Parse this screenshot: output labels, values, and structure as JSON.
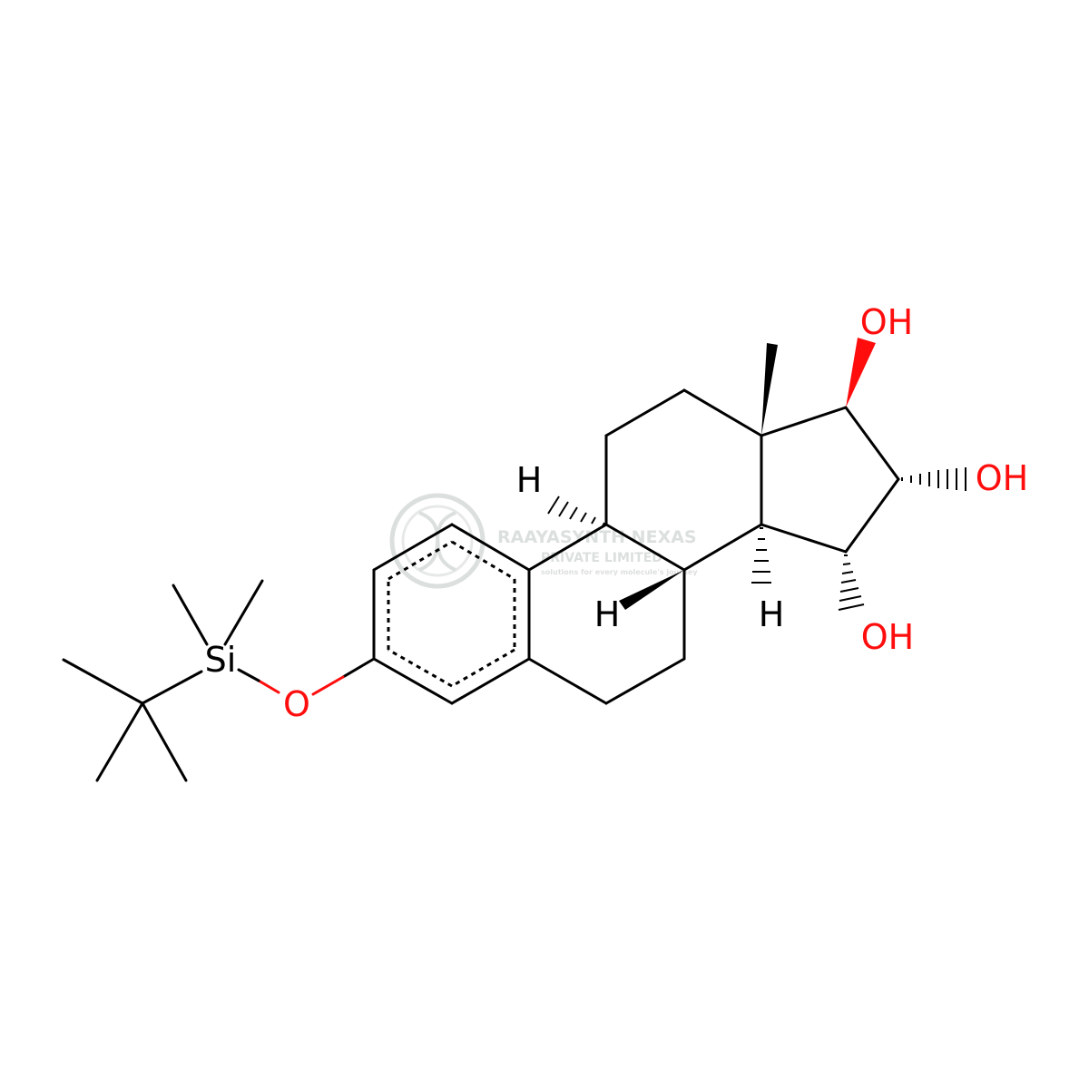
{
  "molecule": {
    "atom_labels": {
      "oh_top": "OH",
      "oh_right": "OH",
      "oh_bottom": "OH",
      "h_9": "H",
      "h_8": "H",
      "h_14": "H",
      "si": "Si",
      "o_ether": "O"
    },
    "colors": {
      "bond": "#000000",
      "oxygen": "#ff0d0d",
      "wedge_bold_red": "#ff0d0d",
      "watermark": "#9aa6a0"
    }
  },
  "watermark": {
    "company": "RAAYASYNTH NEXAS",
    "subtitle": "PRIVATE LIMITED",
    "tagline": "solutions for every molecule's journey",
    "icon": "dna-helix-logo"
  }
}
